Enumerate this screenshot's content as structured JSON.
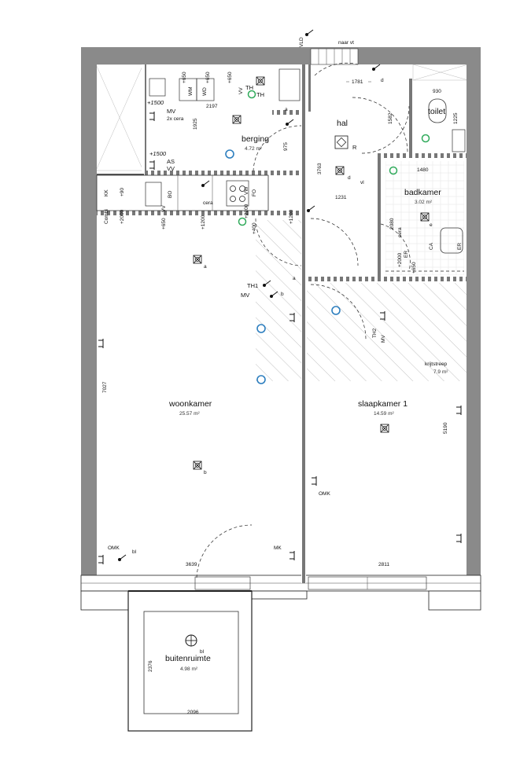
{
  "rooms": {
    "berging": {
      "name": "berging",
      "area": "4.72 m²"
    },
    "hal": {
      "name": "hal"
    },
    "toilet": {
      "name": "toilet"
    },
    "badkamer": {
      "name": "badkamer",
      "area": "3.02 m²"
    },
    "woonkamer": {
      "name": "woonkamer",
      "area": "25.57 m²"
    },
    "slaapkamer": {
      "name": "slaapkamer 1",
      "area": "14.59 m²"
    },
    "krijtstreep": {
      "name": "krijtstreep",
      "area": "7.9 m²"
    },
    "buitenruimte": {
      "name": "buitenruimte",
      "area": "4.98 m²"
    }
  },
  "dimensions": {
    "d1781": "1781",
    "d930": "930",
    "d2197": "2197",
    "d1925": "1925",
    "d1582": "1582",
    "d1225": "1225",
    "d975": "975",
    "d3763": "3763",
    "d1480": "1480",
    "d1231": "1231",
    "d2080": "2080",
    "d7027": "7027",
    "d5190": "5190",
    "d3639": "3639",
    "d2811": "2811",
    "d2376": "2376",
    "d2096": "2096"
  },
  "labels": {
    "naar_vt": "naar vt",
    "vlo": "VLD",
    "r": "R",
    "d": "d",
    "vl": "vl",
    "mv": "MV",
    "cera2x": "2x cera",
    "p1500a": "+1500",
    "p1500b": "+1500",
    "as": "AS",
    "vv": "VV",
    "p650a": "+650",
    "p650b": "+650",
    "p650c": "+650",
    "wm": "WM",
    "wd": "WD",
    "th": "TH",
    "vv2": "VV",
    "kk": "KK",
    "p90": "+90",
    "combi": "Combi",
    "p2000a": "+2000",
    "bo": "BO",
    "vv3": "VV",
    "p650d": "+650",
    "cera": "cera",
    "p1200a": "+1200",
    "vw": "VW",
    "p2200": "+2200",
    "fo": "FO",
    "p400": "+400",
    "p1200b": "+1200",
    "e": "e",
    "ca": "CA",
    "cera3": "cera",
    "er": "ER",
    "p2000b": "+2000",
    "p650e": "+650",
    "th1": "TH1",
    "mv2": "MV",
    "b": "b",
    "a": "a",
    "a2": "a",
    "th2": "TH2",
    "mv3": "MV",
    "b2": "b",
    "omk": "OMK",
    "omk2": "OMK",
    "bl": "bl",
    "mk": "MK",
    "bl2": "bl",
    "d2": "d",
    "a3": "a"
  },
  "colors": {
    "wall": "#8a8a8a",
    "blue_symbol": "#2e7fbf",
    "green_symbol": "#2faa5a"
  }
}
